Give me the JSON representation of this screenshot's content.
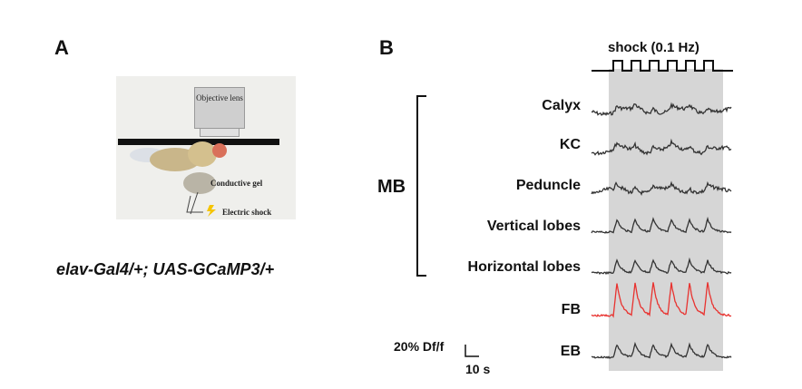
{
  "panel_a": {
    "letter": "A",
    "objective_label": "Objective lens",
    "gel_label": "Conductive gel",
    "shock_label": "Electric shock",
    "genotype": "elav-Gal4/+; UAS-GCaMP3/+"
  },
  "panel_b": {
    "letter": "B",
    "stimulus_label": "shock (0.1 Hz)",
    "group_label": "MB",
    "scale_vertical": "20% Df/f",
    "scale_horizontal": "10 s",
    "regions": [
      {
        "label": "Calyx",
        "response": "weak"
      },
      {
        "label": "KC",
        "response": "weak"
      },
      {
        "label": "Peduncle",
        "response": "weak"
      },
      {
        "label": "Vertical lobes",
        "response": "moderate"
      },
      {
        "label": "Horizontal lobes",
        "response": "moderate"
      },
      {
        "label": "FB",
        "response": "strong"
      },
      {
        "label": "EB",
        "response": "moderate"
      }
    ],
    "shock_pulses": 6,
    "colors": {
      "trace": "#333333",
      "highlight_trace": "#e8322f",
      "shaded_window": "#d6d6d6"
    }
  }
}
